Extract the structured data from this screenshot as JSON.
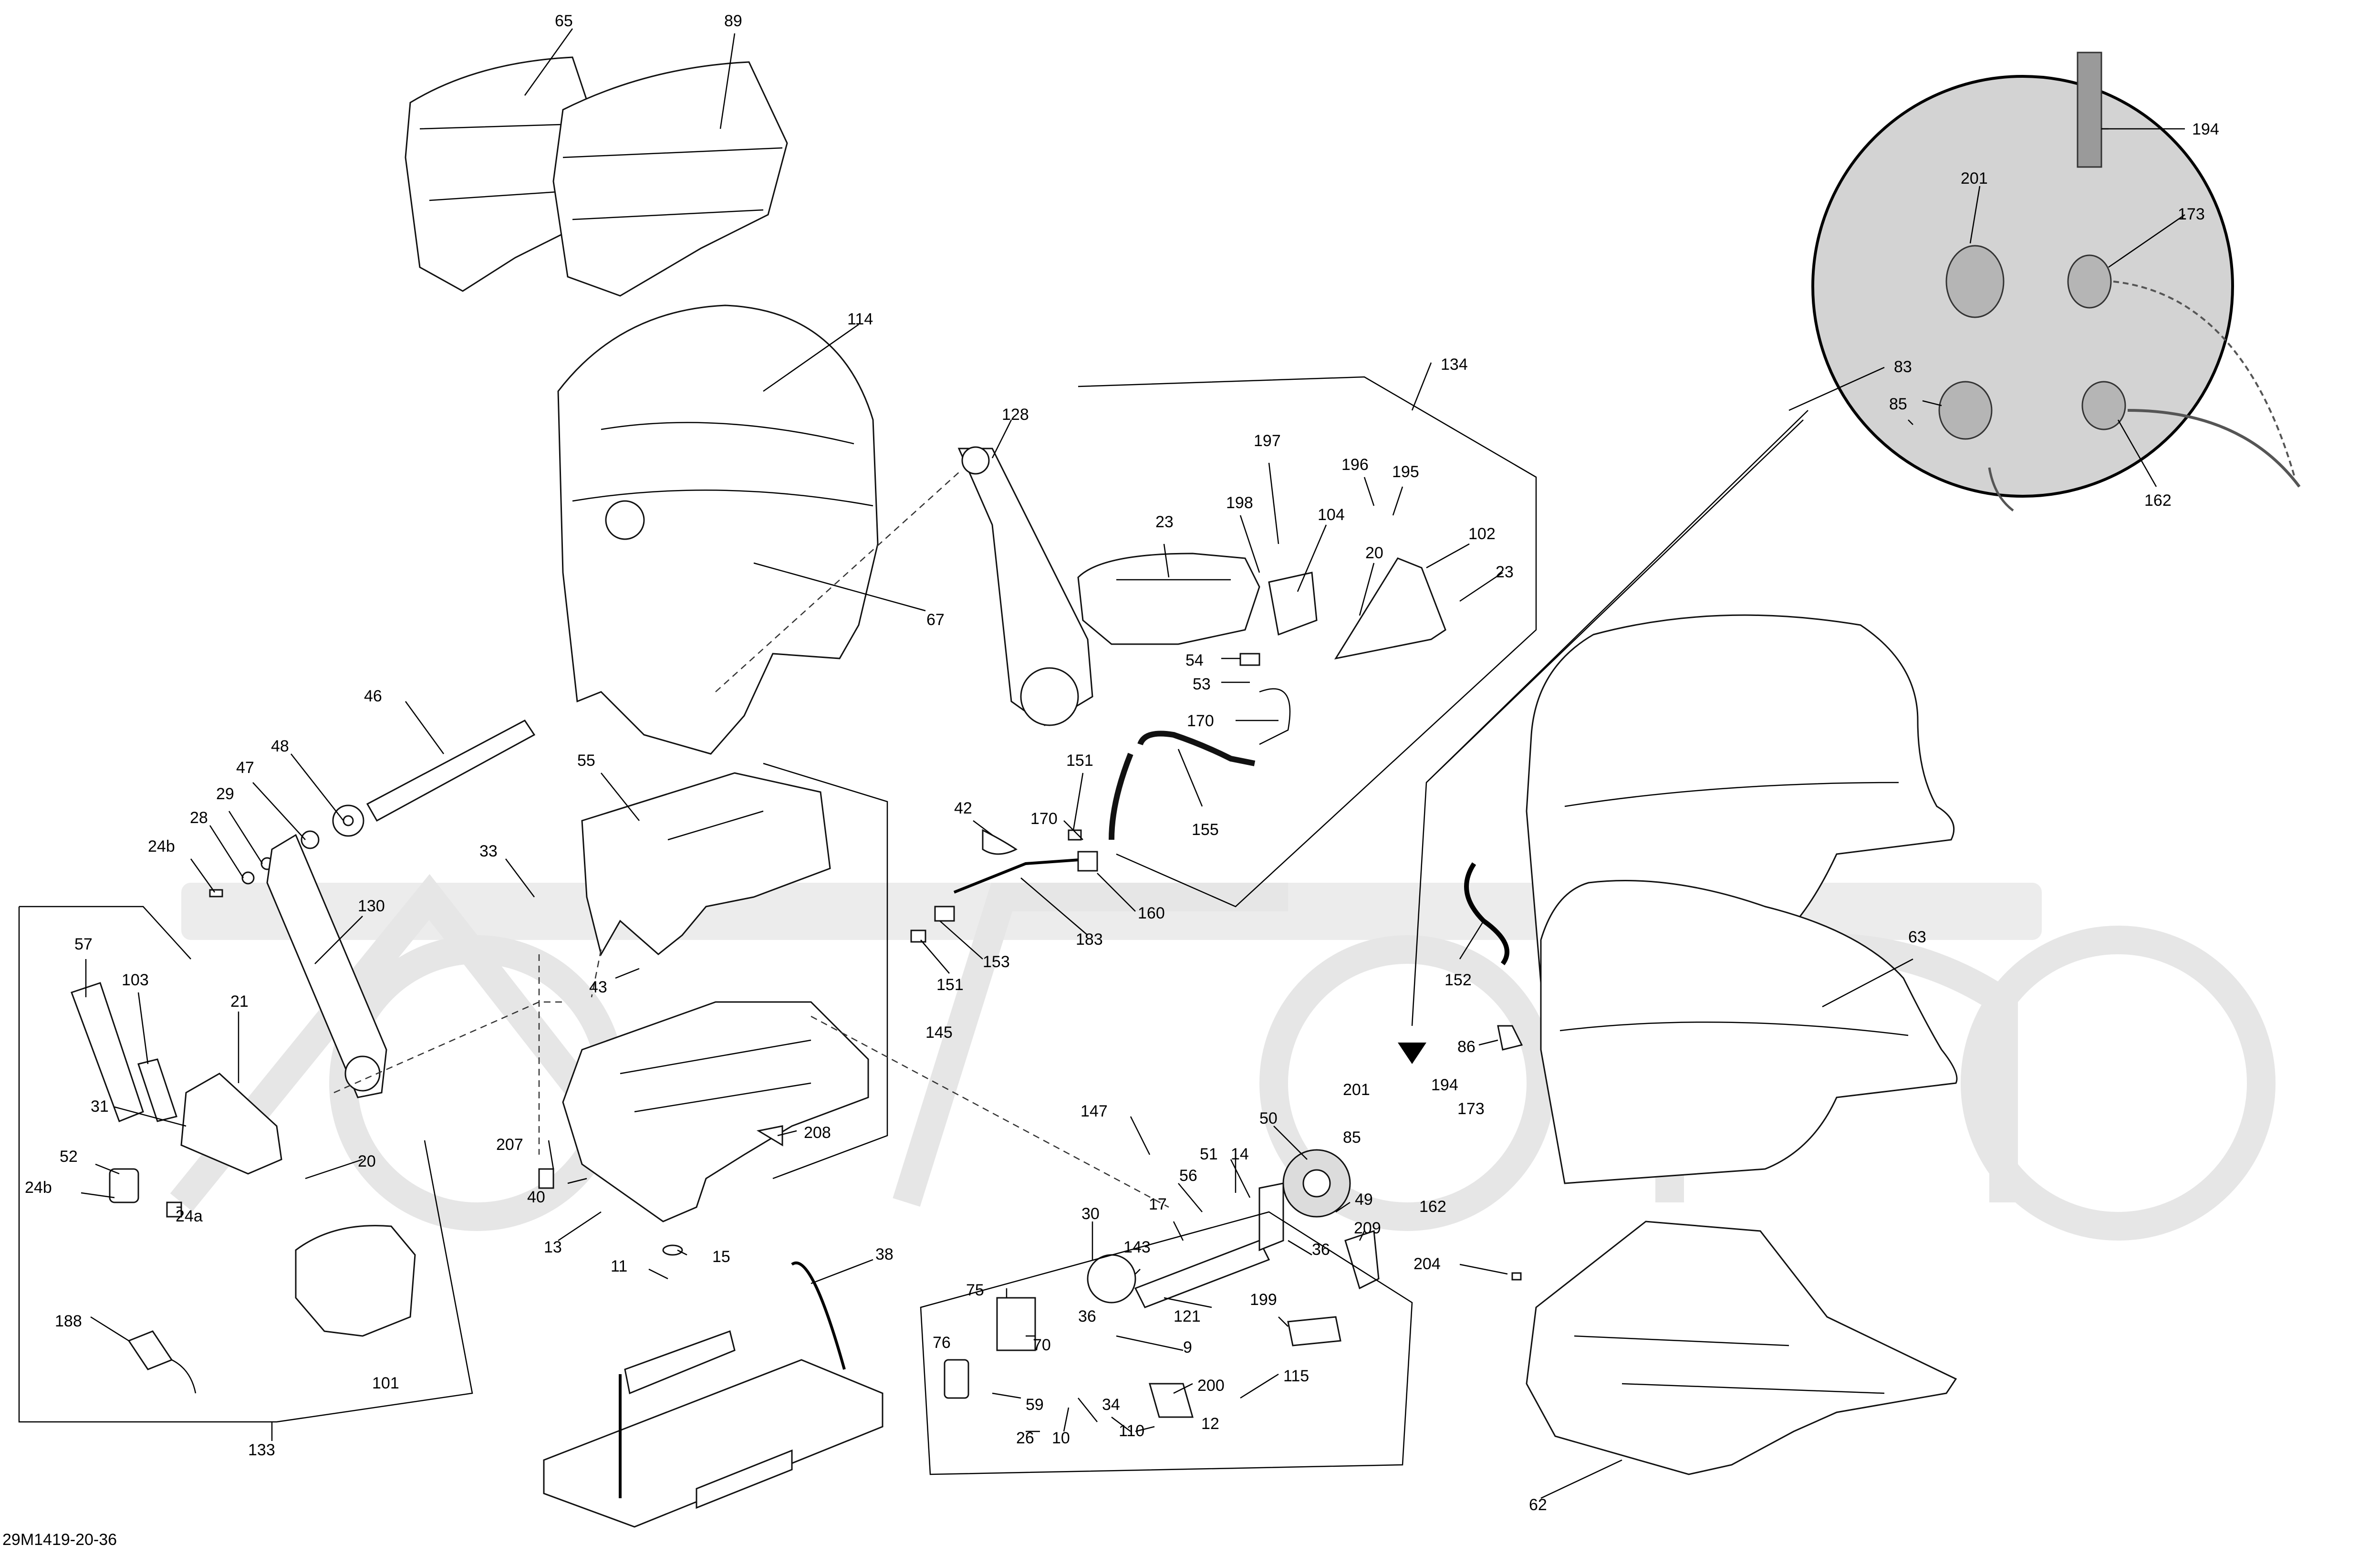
{
  "diagram": {
    "code": "29M1419-20-36",
    "parts": [
      {
        "id": "65",
        "label": "65"
      },
      {
        "id": "89",
        "label": "89"
      },
      {
        "id": "114",
        "label": "114"
      },
      {
        "id": "67",
        "label": "67"
      },
      {
        "id": "128",
        "label": "128"
      },
      {
        "id": "134",
        "label": "134"
      },
      {
        "id": "194",
        "label": "194"
      },
      {
        "id": "201",
        "label": "201"
      },
      {
        "id": "173",
        "label": "173"
      },
      {
        "id": "85",
        "label": "85"
      },
      {
        "id": "162",
        "label": "162"
      },
      {
        "id": "197",
        "label": "197"
      },
      {
        "id": "196",
        "label": "196"
      },
      {
        "id": "195",
        "label": "195"
      },
      {
        "id": "198",
        "label": "198"
      },
      {
        "id": "104",
        "label": "104"
      },
      {
        "id": "23",
        "label": "23"
      },
      {
        "id": "102",
        "label": "102"
      },
      {
        "id": "20",
        "label": "20"
      },
      {
        "id": "54",
        "label": "54"
      },
      {
        "id": "53",
        "label": "53"
      },
      {
        "id": "170",
        "label": "170"
      },
      {
        "id": "155",
        "label": "155"
      },
      {
        "id": "151",
        "label": "151"
      },
      {
        "id": "42",
        "label": "42"
      },
      {
        "id": "183",
        "label": "183"
      },
      {
        "id": "160",
        "label": "160"
      },
      {
        "id": "153",
        "label": "153"
      },
      {
        "id": "46",
        "label": "46"
      },
      {
        "id": "48",
        "label": "48"
      },
      {
        "id": "47",
        "label": "47"
      },
      {
        "id": "29",
        "label": "29"
      },
      {
        "id": "28",
        "label": "28"
      },
      {
        "id": "24b",
        "label": "24b"
      },
      {
        "id": "130",
        "label": "130"
      },
      {
        "id": "57",
        "label": "57"
      },
      {
        "id": "103",
        "label": "103"
      },
      {
        "id": "21",
        "label": "21"
      },
      {
        "id": "31",
        "label": "31"
      },
      {
        "id": "52",
        "label": "52"
      },
      {
        "id": "24a",
        "label": "24a"
      },
      {
        "id": "101",
        "label": "101"
      },
      {
        "id": "188",
        "label": "188"
      },
      {
        "id": "133",
        "label": "133"
      },
      {
        "id": "55",
        "label": "55"
      },
      {
        "id": "33",
        "label": "33"
      },
      {
        "id": "43",
        "label": "43"
      },
      {
        "id": "145",
        "label": "145"
      },
      {
        "id": "207",
        "label": "207"
      },
      {
        "id": "208",
        "label": "208"
      },
      {
        "id": "40",
        "label": "40"
      },
      {
        "id": "13",
        "label": "13"
      },
      {
        "id": "11",
        "label": "11"
      },
      {
        "id": "15",
        "label": "15"
      },
      {
        "id": "38",
        "label": "38"
      },
      {
        "id": "147",
        "label": "147"
      },
      {
        "id": "50",
        "label": "50"
      },
      {
        "id": "51",
        "label": "51"
      },
      {
        "id": "14",
        "label": "14"
      },
      {
        "id": "56",
        "label": "56"
      },
      {
        "id": "17",
        "label": "17"
      },
      {
        "id": "30",
        "label": "30"
      },
      {
        "id": "143",
        "label": "143"
      },
      {
        "id": "36",
        "label": "36"
      },
      {
        "id": "49",
        "label": "49"
      },
      {
        "id": "209",
        "label": "209"
      },
      {
        "id": "75",
        "label": "75"
      },
      {
        "id": "76",
        "label": "76"
      },
      {
        "id": "70",
        "label": "70"
      },
      {
        "id": "9",
        "label": "9"
      },
      {
        "id": "121",
        "label": "121"
      },
      {
        "id": "199",
        "label": "199"
      },
      {
        "id": "115",
        "label": "115"
      },
      {
        "id": "200",
        "label": "200"
      },
      {
        "id": "12",
        "label": "12"
      },
      {
        "id": "59",
        "label": "59"
      },
      {
        "id": "34",
        "label": "34"
      },
      {
        "id": "110",
        "label": "110"
      },
      {
        "id": "10",
        "label": "10"
      },
      {
        "id": "26",
        "label": "26"
      },
      {
        "id": "83",
        "label": "83"
      },
      {
        "id": "63",
        "label": "63"
      },
      {
        "id": "152",
        "label": "152"
      },
      {
        "id": "86",
        "label": "86"
      },
      {
        "id": "204",
        "label": "204"
      },
      {
        "id": "62",
        "label": "62"
      }
    ]
  }
}
